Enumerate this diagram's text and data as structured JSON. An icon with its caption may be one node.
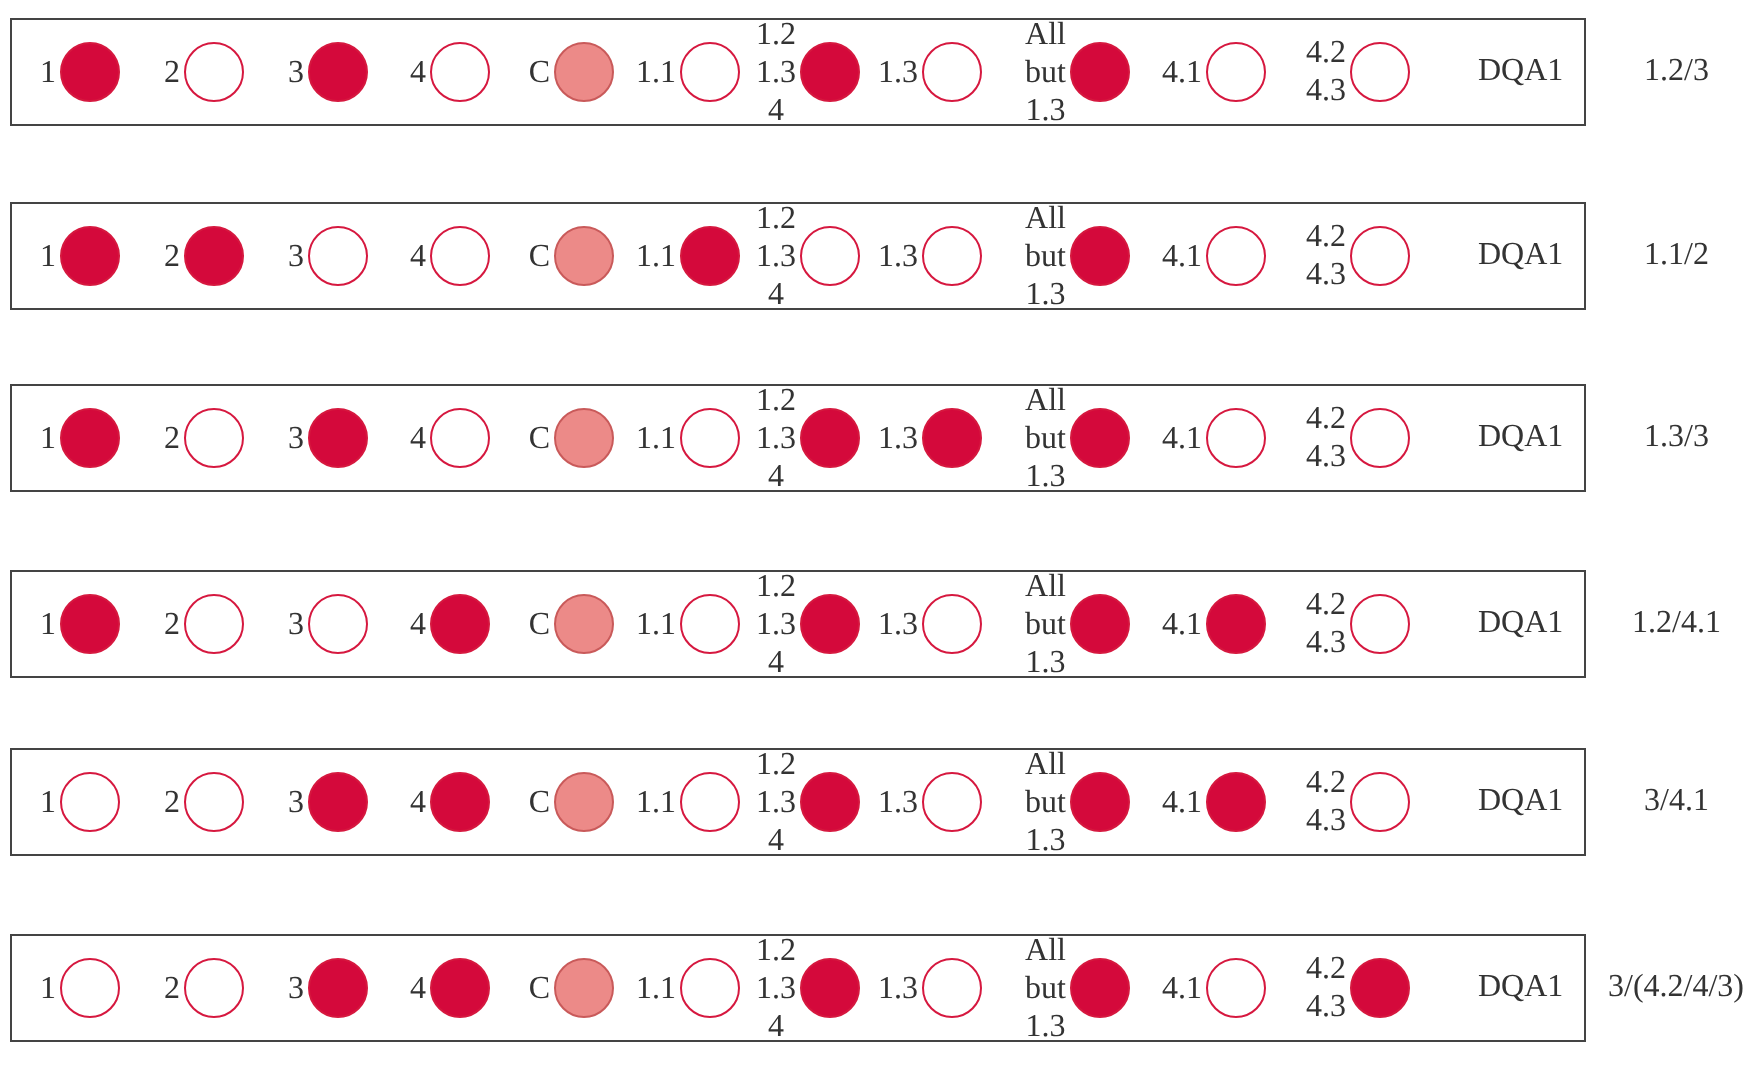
{
  "diagram": {
    "nodes": [
      {
        "text": [
          "DQA1"
        ],
        "beside": [
          "1.2/3"
        ]
      },
      {
        "text": [],
        "shape": "dot",
        "beside": [
          "1"
        ],
        "in": 0
      },
      {
        "text": [],
        "shape": "circle",
        "beside": [
          "2"
        ],
        "in": 0
      },
      {
        "text": [],
        "shape": "dot",
        "beside": [
          "3"
        ],
        "in": 0
      },
      {
        "text": [],
        "shape": "circle",
        "beside": [
          "4"
        ],
        "in": 0
      },
      {
        "text": [],
        "shape": "dot",
        "beside": [
          "C"
        ],
        "in": 0
      },
      {
        "text": [],
        "shape": "circle",
        "beside": [
          "1.1"
        ],
        "in": 0
      },
      {
        "text": [],
        "shape": "dot",
        "beside": [
          "1.2 1.3 4"
        ],
        "in": 0
      },
      {
        "text": [],
        "shape": "circle",
        "beside": [
          "1.3"
        ],
        "in": 0
      },
      {
        "text": [],
        "shape": "dot",
        "beside": [
          "All but 1.3"
        ],
        "in": 0
      },
      {
        "text": [],
        "shape": "circle",
        "beside": [
          "4.1"
        ],
        "in": 0
      },
      {
        "text": [],
        "shape": "circle",
        "beside": [
          "4.2 4.3"
        ],
        "in": 0
      },
      {
        "text": [
          "DQA1"
        ],
        "beside": [
          "1.1/2"
        ]
      },
      {
        "text": [],
        "shape": "dot",
        "beside": [
          "1"
        ],
        "in": 12
      },
      {
        "text": [],
        "shape": "dot",
        "beside": [
          "2"
        ],
        "in": 12
      },
      {
        "text": [],
        "shape": "circle",
        "beside": [
          "3"
        ],
        "in": 12
      },
      {
        "text": [],
        "shape": "circle",
        "beside": [
          "4"
        ],
        "in": 12
      },
      {
        "text": [],
        "shape": "dot",
        "beside": [
          "C"
        ],
        "in": 12
      },
      {
        "text": [],
        "shape": "dot",
        "beside": [
          "1.1"
        ],
        "in": 12
      },
      {
        "text": [],
        "shape": "circle",
        "beside": [
          "1.2 1.3 4"
        ],
        "in": 12
      },
      {
        "text": [],
        "shape": "circle",
        "beside": [
          "1.3"
        ],
        "in": 12
      },
      {
        "text": [],
        "shape": "dot",
        "beside": [
          "All but 1.3"
        ],
        "in": 12
      },
      {
        "text": [],
        "shape": "circle",
        "beside": [
          "4.1"
        ],
        "in": 12
      },
      {
        "text": [],
        "shape": "circle",
        "beside": [
          "4.2 4.3"
        ],
        "in": 12
      },
      {
        "text": [
          "DQA1"
        ],
        "beside": [
          "1.3/3"
        ]
      },
      {
        "text": [],
        "shape": "dot",
        "beside": [
          "1"
        ],
        "in": 24
      },
      {
        "text": [],
        "shape": "circle",
        "beside": [
          "2"
        ],
        "in": 24
      },
      {
        "text": [],
        "shape": "dot",
        "beside": [
          "3"
        ],
        "in": 24
      },
      {
        "text": [],
        "shape": "circle",
        "beside": [
          "4"
        ],
        "in": 24
      },
      {
        "text": [],
        "shape": "dot",
        "beside": [
          "C"
        ],
        "in": 24
      },
      {
        "text": [],
        "shape": "circle",
        "beside": [
          "1.1"
        ],
        "in": 24
      },
      {
        "text": [],
        "shape": "dot",
        "beside": [
          "1.2 1.3 4"
        ],
        "in": 24
      },
      {
        "text": [],
        "shape": "dot",
        "beside": [
          "1.3"
        ],
        "in": 24
      },
      {
        "text": [],
        "shape": "dot",
        "beside": [
          "All but 1.3"
        ],
        "in": 24
      },
      {
        "text": [],
        "shape": "circle",
        "beside": [
          "4.1"
        ],
        "in": 24
      },
      {
        "text": [],
        "shape": "circle",
        "beside": [
          "4.2 4.3"
        ],
        "in": 24
      },
      {
        "text": [
          "DQA1"
        ],
        "beside": [
          "1.2/4.1"
        ]
      },
      {
        "text": [],
        "shape": "dot",
        "beside": [
          "1"
        ],
        "in": 36
      },
      {
        "text": [],
        "shape": "circle",
        "beside": [
          "2"
        ],
        "in": 36
      },
      {
        "text": [],
        "shape": "circle",
        "beside": [
          "3"
        ],
        "in": 36
      },
      {
        "text": [],
        "shape": "dot",
        "beside": [
          "4"
        ],
        "in": 36
      },
      {
        "text": [],
        "shape": "dot",
        "beside": [
          "C"
        ],
        "in": 36
      },
      {
        "text": [],
        "shape": "circle",
        "beside": [
          "1.1"
        ],
        "in": 36
      },
      {
        "text": [],
        "shape": "dot",
        "beside": [
          "1.2 1.3 4"
        ],
        "in": 36
      },
      {
        "text": [],
        "shape": "circle",
        "beside": [
          "1.3"
        ],
        "in": 36
      },
      {
        "text": [],
        "shape": "dot",
        "beside": [
          "All but 1.3"
        ],
        "in": 36
      },
      {
        "text": [],
        "shape": "dot",
        "beside": [
          "4.1"
        ],
        "in": 36
      },
      {
        "text": [],
        "shape": "circle",
        "beside": [
          "4.2 4.3"
        ],
        "in": 36
      },
      {
        "text": [
          "DQA1"
        ],
        "beside": [
          "3/4.1"
        ]
      },
      {
        "text": [],
        "shape": "circle",
        "beside": [
          "1"
        ],
        "in": 48
      },
      {
        "text": [],
        "shape": "circle",
        "beside": [
          "2"
        ],
        "in": 48
      },
      {
        "text": [],
        "shape": "dot",
        "beside": [
          "3"
        ],
        "in": 48
      },
      {
        "text": [],
        "shape": "dot",
        "beside": [
          "4"
        ],
        "in": 48
      },
      {
        "text": [],
        "shape": "dot",
        "beside": [
          "C"
        ],
        "in": 48
      },
      {
        "text": [],
        "shape": "circle",
        "beside": [
          "1.1"
        ],
        "in": 48
      },
      {
        "text": [],
        "shape": "dot",
        "beside": [
          "1.2 1.3 4"
        ],
        "in": 48
      },
      {
        "text": [],
        "shape": "circle",
        "beside": [
          "1.3"
        ],
        "in": 48
      },
      {
        "text": [],
        "shape": "dot",
        "beside": [
          "All but 1.3"
        ],
        "in": 48
      },
      {
        "text": [],
        "shape": "dot",
        "beside": [
          "4.1"
        ],
        "in": 48
      },
      {
        "text": [],
        "shape": "circle",
        "beside": [
          "4.2 4.3"
        ],
        "in": 48
      },
      {
        "text": [
          "DQA1"
        ],
        "beside": [
          "3/(4.2/4/3)"
        ]
      },
      {
        "text": [],
        "shape": "circle",
        "beside": [
          "1"
        ],
        "in": 60
      },
      {
        "text": [],
        "shape": "circle",
        "beside": [
          "2"
        ],
        "in": 60
      },
      {
        "text": [],
        "shape": "dot",
        "beside": [
          "3"
        ],
        "in": 60
      },
      {
        "text": [],
        "shape": "dot",
        "beside": [
          "4"
        ],
        "in": 60
      },
      {
        "text": [],
        "shape": "dot",
        "beside": [
          "C"
        ],
        "in": 60
      },
      {
        "text": [],
        "shape": "circle",
        "beside": [
          "1.1"
        ],
        "in": 60
      },
      {
        "text": [],
        "shape": "dot",
        "beside": [
          "1.2 1.3 4"
        ],
        "in": 60
      },
      {
        "text": [],
        "shape": "circle",
        "beside": [
          "1.3"
        ],
        "in": 60
      },
      {
        "text": [],
        "shape": "dot",
        "beside": [
          "All but 1.3"
        ],
        "in": 60
      },
      {
        "text": [],
        "shape": "circle",
        "beside": [
          "4.1"
        ],
        "in": 60
      },
      {
        "text": [],
        "shape": "dot",
        "beside": [
          "4.2 4.3"
        ],
        "in": 60
      }
    ]
  }
}
